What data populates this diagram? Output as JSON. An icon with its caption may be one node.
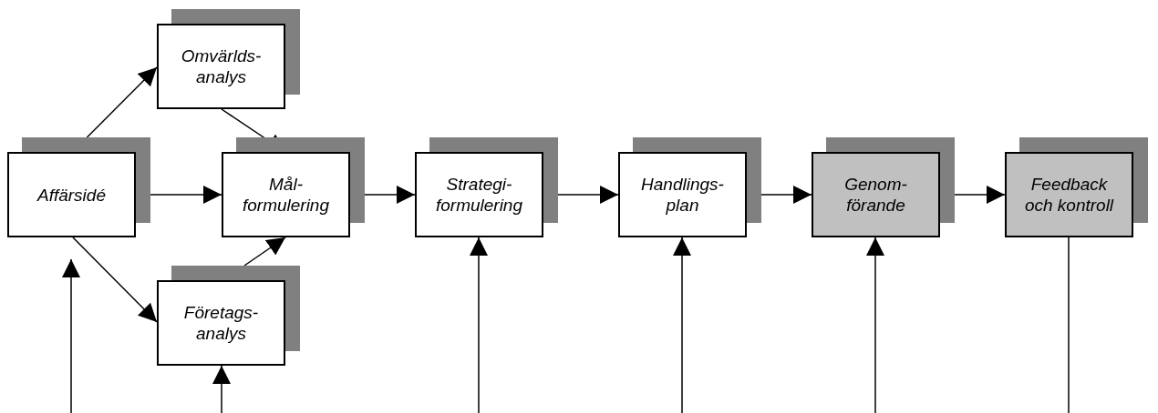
{
  "diagram": {
    "nodes": [
      {
        "text": [
          "Affärsidé"
        ]
      },
      {
        "text": [
          "Omvärlds- analys"
        ]
      },
      {
        "text": [
          "Mål- formulering"
        ]
      },
      {
        "text": [
          "Företags- analys"
        ]
      },
      {
        "text": [
          "Strategi- formulering"
        ]
      },
      {
        "text": [
          "Handlings- plan"
        ]
      },
      {
        "text": [
          "Genom- förande"
        ]
      },
      {
        "text": [
          "Feedback och kontroll"
        ]
      }
    ],
    "edges": [
      {
        "from": 0,
        "to": 1,
        "arrow": "to"
      },
      {
        "from": 1,
        "to": 2,
        "arrow": "to"
      },
      {
        "from": 0,
        "to": 2,
        "arrow": "to"
      },
      {
        "from": 0,
        "to": 3,
        "arrow": "to"
      },
      {
        "from": 3,
        "to": 2,
        "arrow": "to"
      },
      {
        "from": 2,
        "to": 4,
        "arrow": "to"
      },
      {
        "from": 4,
        "to": 5,
        "arrow": "to"
      },
      {
        "from": 5,
        "to": 6,
        "arrow": "to"
      },
      {
        "from": 6,
        "to": 7,
        "arrow": "to"
      },
      {
        "from": null,
        "to": 0,
        "arrow": "to"
      },
      {
        "from": null,
        "to": 3,
        "arrow": "to"
      },
      {
        "from": null,
        "to": 4,
        "arrow": "to"
      },
      {
        "from": null,
        "to": 5,
        "arrow": "to"
      },
      {
        "from": null,
        "to": 6,
        "arrow": "to"
      },
      {
        "from": 7,
        "to": null,
        "arrow": "none"
      }
    ]
  }
}
